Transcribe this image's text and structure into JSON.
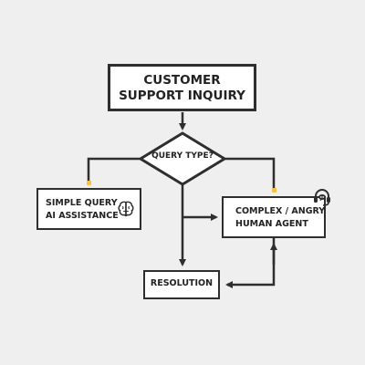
{
  "flowchart": {
    "start": {
      "line1": "CUSTOMER",
      "line2": "SUPPORT INQUIRY"
    },
    "decision": {
      "label": "QUERY TYPE?"
    },
    "simple": {
      "line1": "SIMPLE QUERY",
      "line2": "AI ASSISTANCE",
      "icon": "brain-icon"
    },
    "complex": {
      "line1": "COMPLEX / ANGRY",
      "line2": "HUMAN AGENT",
      "icon": "headset-icon"
    },
    "resolution": {
      "label": "RESOLUTION"
    }
  },
  "colors": {
    "background": "#efefef",
    "stroke": "#2e2e2e",
    "accent": "#f5c242",
    "node_fill": "#ffffff"
  }
}
